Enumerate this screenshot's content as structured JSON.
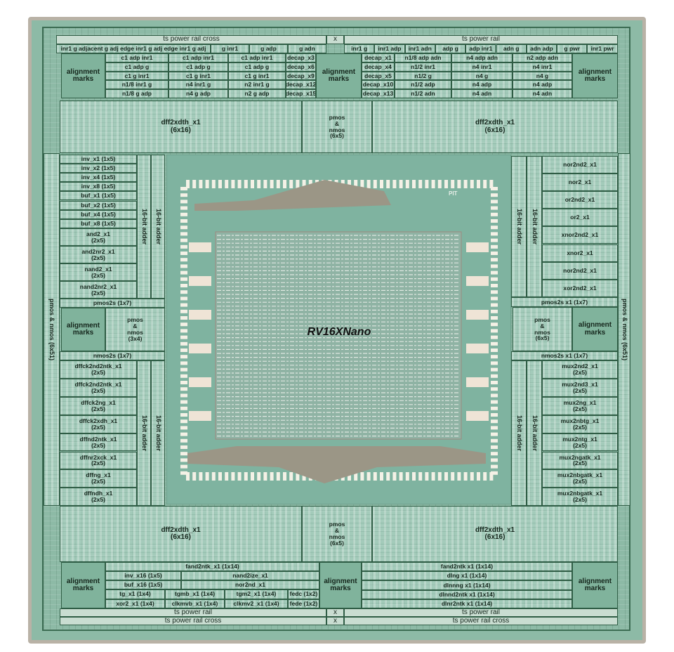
{
  "top": {
    "rail_cross": "ts power rail cross",
    "x": "x",
    "rail": "ts power rail",
    "pins_left": [
      "inr1 g adjacent g adj edge inr1 g adj edge inr1 g adj",
      "g inr1",
      "g adp",
      "g adn"
    ],
    "pins_right": [
      "inr1 g",
      "inr1 adp",
      "inr1 adn",
      "adp g",
      "adp inr1",
      "adn g",
      "adn adp",
      "g pwr",
      "inr1 pwr"
    ],
    "alignment": "alignment\nmarks",
    "left_cells": [
      [
        "c1 adp inr1",
        "c1 adp inr1",
        "c1 adp inr1"
      ],
      [
        "c1 adp g",
        "c1 adp g",
        "c1 adp g"
      ],
      [
        "c1 g inr1",
        "c1 g inr1",
        "c1 g inr1"
      ],
      [
        "n1/8 inr1 g",
        "n4 inr1 g",
        "n2 inr1 g"
      ],
      [
        "n1/8 g adp",
        "n4 g adp",
        "n2 g adp"
      ]
    ],
    "left_decap": [
      "decap_x3",
      "decap_x6",
      "decap_x9",
      "decap_x12",
      "decap_x15"
    ],
    "right_decap": [
      "decap_x1",
      "decap_x4",
      "decap_x5",
      "decap_x10",
      "decap_x13"
    ],
    "right_cells": [
      [
        "n1/8 adp adn",
        "n4 adp adn",
        "n2 adp adn"
      ],
      [
        "n1/2 inr1",
        "n4 inr1",
        "n4 inr1"
      ],
      [
        "n1/2 g",
        "n4 g",
        "n4 g"
      ],
      [
        "n1/2 adp",
        "n4 adp",
        "n4 adp"
      ],
      [
        "n1/2 adn",
        "n4 adn",
        "n4 adn"
      ]
    ]
  },
  "dff_band": {
    "label": "dff2xdth_x1\n(6x16)",
    "pmos": "pmos\n&\nnmos\n(6x5)"
  },
  "left": {
    "strip": "pmos & nmos (6x51)",
    "adder": "16-bit adder",
    "small_rows": [
      "inv_x1 (1x5)",
      "inv_x2 (1x5)",
      "inv_x4 (1x5)",
      "inv_x8 (1x5)",
      "buf_x1 (1x5)",
      "buf_x2 (1x5)",
      "buf_x4 (1x5)",
      "buf_x8 (1x5)"
    ],
    "mid_rows": [
      "and2_x1\n(2x5)",
      "and2nr2_x1\n(2x5)",
      "nand2_x1\n(2x5)",
      "nand2nr2_x1\n(2x5)"
    ],
    "pmos2s": "pmos2s (1x7)",
    "alignment": "alignment\nmarks",
    "pmos": "pmos\n&\nnmos\n(3x4)",
    "nmos2s": "nmos2s (1x7)",
    "dff_rows": [
      "dffck2nd2ntk_x1\n(2x5)",
      "dffck2nd2ntk_x1\n(2x5)",
      "dffck2ng_x1\n(2x5)",
      "dffck2xdh_x1\n(2x5)",
      "dffnd2ntk_x1\n(2x5)",
      "dffnr2xck_x1\n(2x5)",
      "dffng_x1\n(2x5)",
      "dffndh_x1\n(2x5)"
    ]
  },
  "right": {
    "strip": "pmos & nmos (6x51)",
    "adder": "16-bit adder",
    "rows": [
      "nor2nd2_x1",
      "nor2_x1",
      "or2nd2_x1",
      "or2_x1",
      "xnor2nd2_x1",
      "xnor2_x1",
      "nor2nd2_x1",
      "xor2nd2_x1"
    ],
    "pmos2s": "pmos2s x1 (1x7)",
    "pmos": "pmos\n&\nnmos\n(6x5)",
    "alignment": "alignment\nmarks",
    "nmos2s": "nmos2s x1 (1x7)",
    "mux_rows": [
      "mux2nd2_x1\n(2x5)",
      "mux2nd3_x1\n(2x5)",
      "mux2ng_x1\n(2x5)",
      "mux2nbtg_x1\n(2x5)",
      "mux2ntg_x1\n(2x5)",
      "mux2ngatk_x1\n(2x5)",
      "mux2nbgatk_x1\n(2x5)",
      "mux2nbgatk_x1\n(2x5)"
    ]
  },
  "core": {
    "title": "RV16XNano",
    "logo": "PlT"
  },
  "bottom": {
    "alignment": "alignment\nmarks",
    "left_top": "fand2ntk_x1 (1x14)",
    "left_split": [
      [
        "inv_x16 (1x5)",
        "nand2ize_x1"
      ],
      [
        "buf_x16 (1x5)",
        "nor2nd_x1"
      ]
    ],
    "left_quad": [
      [
        "tg_x1 (1x4)",
        "tgmb_x1 (1x4)",
        "tgm2_x1 (1x4)",
        "fedc (1x2)"
      ],
      [
        "xor2_x1 (1x4)",
        "clkmvb_x1 (1x4)",
        "clkmv2_x1 (1x4)",
        "fede (1x2)"
      ]
    ],
    "right_rows": [
      "fand2ntk x1 (1x14)",
      "dlng x1 (1x14)",
      "dlnnng x1 (1x14)",
      "dlnnd2ntk x1 (1x14)",
      "dlnr2ntk x1 (1x14)"
    ],
    "rail": "ts power rail",
    "rail_cross": "ts power rail cross",
    "x": "x"
  },
  "colors": {
    "die": "#8dbaa6",
    "core": "#7fb3a0",
    "pad": "#f4f1e6",
    "trap": "#9b9686",
    "line": "#2f5d45"
  }
}
